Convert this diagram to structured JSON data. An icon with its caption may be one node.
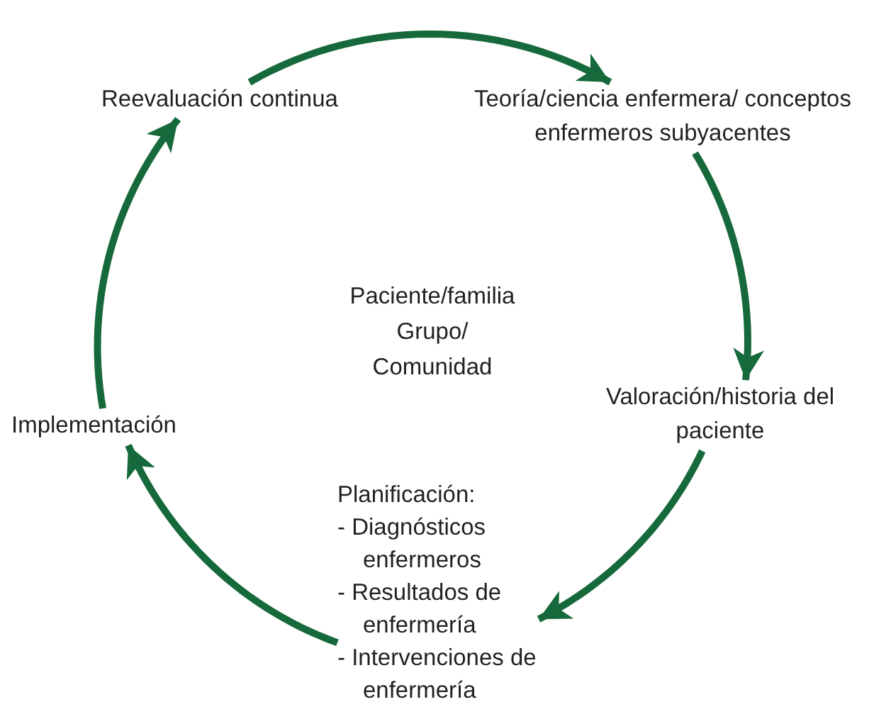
{
  "diagram": {
    "nodes": [
      {
        "text": [
          "Reevaluación continua"
        ]
      },
      {
        "text": [
          "Teoría/ciencia enfermera/ conceptos enfermeros subyacentes"
        ]
      },
      {
        "text": [
          "Valoración/historia del paciente"
        ]
      },
      {
        "text": [
          "Planificación:",
          "- Diagnósticos enfermeros",
          "- Resultados de enfermería",
          "- Intervenciones de enfermería"
        ]
      },
      {
        "text": [
          "Implementación"
        ]
      }
    ],
    "edges": [
      {
        "from": 0,
        "to": 1,
        "arrow": "to"
      },
      {
        "from": 1,
        "to": 2,
        "arrow": "to"
      },
      {
        "from": 2,
        "to": 3,
        "arrow": "to"
      },
      {
        "from": 3,
        "to": 4,
        "arrow": "to"
      },
      {
        "from": 4,
        "to": 0,
        "arrow": "to"
      }
    ],
    "labels": [
      "Paciente/familia",
      "Grupo/",
      "Comunidad"
    ]
  }
}
